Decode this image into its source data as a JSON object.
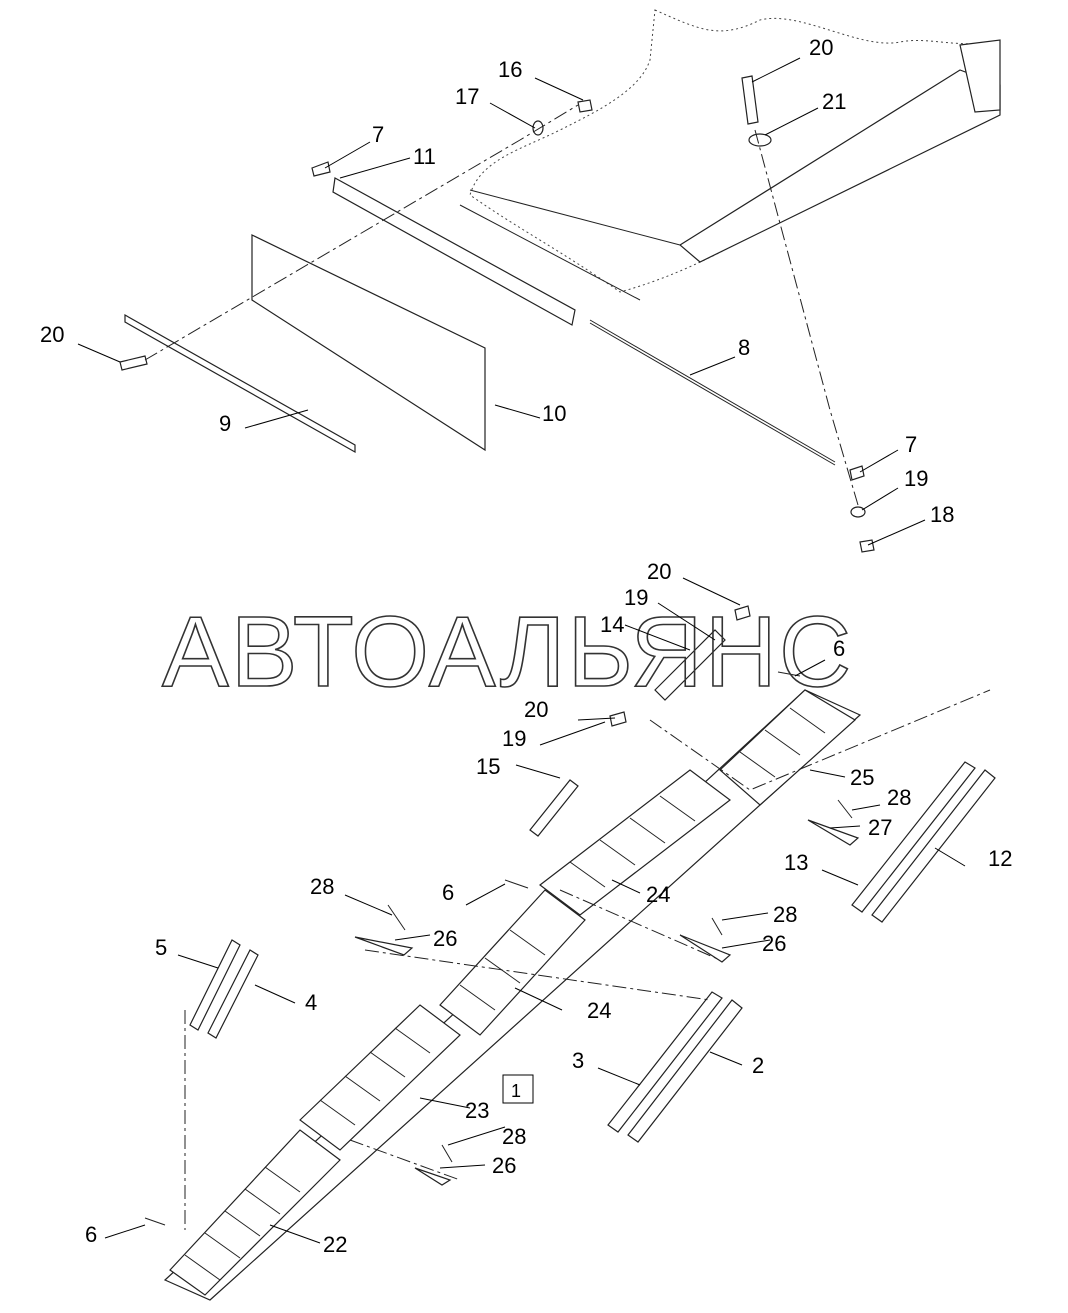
{
  "watermark": "АВТОАЛЬЯНС",
  "boxed_ref": "1",
  "callouts": [
    {
      "key": "c16",
      "text": "16"
    },
    {
      "key": "c17",
      "text": "17"
    },
    {
      "key": "c7a",
      "text": "7"
    },
    {
      "key": "c11",
      "text": "11"
    },
    {
      "key": "c20a",
      "text": "20"
    },
    {
      "key": "c21",
      "text": "21"
    },
    {
      "key": "c20b",
      "text": "20"
    },
    {
      "key": "c8",
      "text": "8"
    },
    {
      "key": "c9",
      "text": "9"
    },
    {
      "key": "c10",
      "text": "10"
    },
    {
      "key": "c7b",
      "text": "7"
    },
    {
      "key": "c19a",
      "text": "19"
    },
    {
      "key": "c18",
      "text": "18"
    },
    {
      "key": "c20c",
      "text": "20"
    },
    {
      "key": "c19b",
      "text": "19"
    },
    {
      "key": "c14",
      "text": "14"
    },
    {
      "key": "c6a",
      "text": "6"
    },
    {
      "key": "c20d",
      "text": "20"
    },
    {
      "key": "c19c",
      "text": "19"
    },
    {
      "key": "c15",
      "text": "15"
    },
    {
      "key": "c25",
      "text": "25"
    },
    {
      "key": "c28a",
      "text": "28"
    },
    {
      "key": "c27",
      "text": "27"
    },
    {
      "key": "c13",
      "text": "13"
    },
    {
      "key": "c12",
      "text": "12"
    },
    {
      "key": "c28b",
      "text": "28"
    },
    {
      "key": "c6b",
      "text": "6"
    },
    {
      "key": "c26a",
      "text": "26"
    },
    {
      "key": "c24a",
      "text": "24"
    },
    {
      "key": "c28c",
      "text": "28"
    },
    {
      "key": "c26b",
      "text": "26"
    },
    {
      "key": "c5",
      "text": "5"
    },
    {
      "key": "c4",
      "text": "4"
    },
    {
      "key": "c24b",
      "text": "24"
    },
    {
      "key": "c3",
      "text": "3"
    },
    {
      "key": "c2",
      "text": "2"
    },
    {
      "key": "c23",
      "text": "23"
    },
    {
      "key": "c28d",
      "text": "28"
    },
    {
      "key": "c26c",
      "text": "26"
    },
    {
      "key": "c6c",
      "text": "6"
    },
    {
      "key": "c22",
      "text": "22"
    }
  ]
}
